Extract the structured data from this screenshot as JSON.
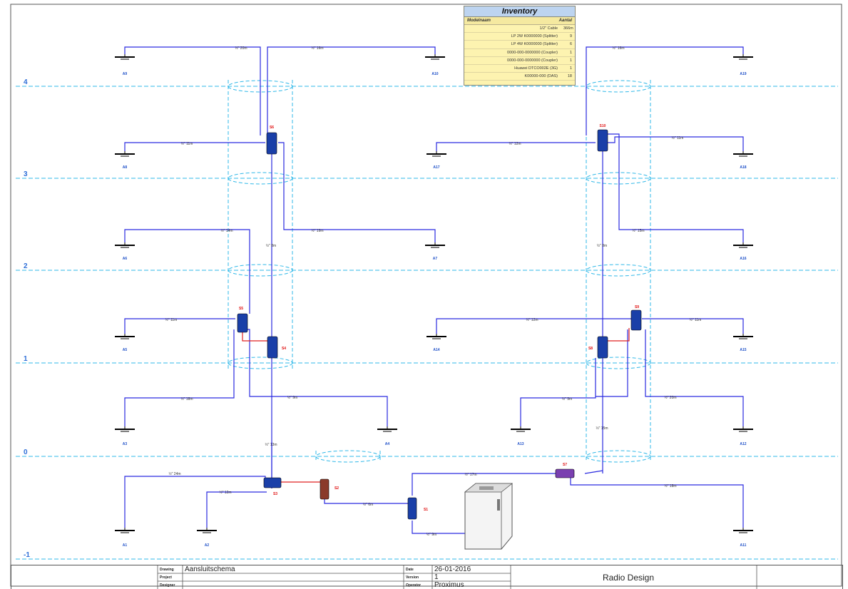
{
  "levels": [
    "4",
    "3",
    "2",
    "1",
    "0",
    "-1"
  ],
  "inventory": {
    "title": "Inventory",
    "col_model": "Modelnaam",
    "col_qty": "Aantal",
    "rows": [
      {
        "name": "1/2\" Cable",
        "qty": "366m"
      },
      {
        "name": "LP 2W K0000000 (Splitter)",
        "qty": "9"
      },
      {
        "name": "LP 4W K0000000 (Splitter)",
        "qty": "6"
      },
      {
        "name": "0000-000-0000000 (Coupler)",
        "qty": "1"
      },
      {
        "name": "0000-000-0000000 (Coupler)",
        "qty": "1"
      },
      {
        "name": "Huawei DTCO002E (3G)",
        "qty": "1"
      },
      {
        "name": "K00000-000 (DAS)",
        "qty": "18"
      }
    ]
  },
  "antennas": [
    "A9",
    "A10",
    "A19",
    "A8",
    "A17",
    "A18",
    "A6",
    "A7",
    "A16",
    "A5",
    "A14",
    "A15",
    "A3",
    "A4",
    "A13",
    "A12",
    "A1",
    "A2",
    "A11"
  ],
  "splitters": [
    "S6",
    "S10",
    "S5",
    "S4",
    "S8",
    "S9",
    "S3",
    "S2",
    "S1",
    "S7"
  ],
  "cables": [
    "½\" 20m",
    "½\" 16m",
    "½\" 16m",
    "½\" 11m",
    "½\" 12m",
    "½\" 11m",
    "½\" 14m",
    "½\" 19m",
    "½\" 15m",
    "½\" 8m",
    "½\" 8m",
    "½\" 11m",
    "½\" 12m",
    "½\" 11m",
    "½\" 18m",
    "½\" 9m",
    "½\" 9m",
    "½\" 20m",
    "½\" 13m",
    "½\" 15m",
    "½\" 24m",
    "½\" 12m",
    "½\" 6m",
    "½\" 17m",
    "½\" 18m",
    "½\" 9m"
  ],
  "title_block": {
    "drawing_label": "Drawing",
    "drawing_value": "Aansluitschema",
    "project_label": "Project",
    "project_value": "",
    "designer_label": "Designer",
    "designer_value": "",
    "date_label": "Date",
    "date_value": "26-01-2016",
    "version_label": "Version",
    "version_value": "1",
    "operator_label": "Operator",
    "operator_value": "Proximus",
    "company": "Radio Design"
  },
  "colors": {
    "cable": "#2a2ae0",
    "coupler_link": "#e02020",
    "floor_line": "#30b8e8",
    "splitter": "#1a3fa8",
    "coupler": "#8a3a2a",
    "purple_splitter": "#7a3fb0"
  }
}
